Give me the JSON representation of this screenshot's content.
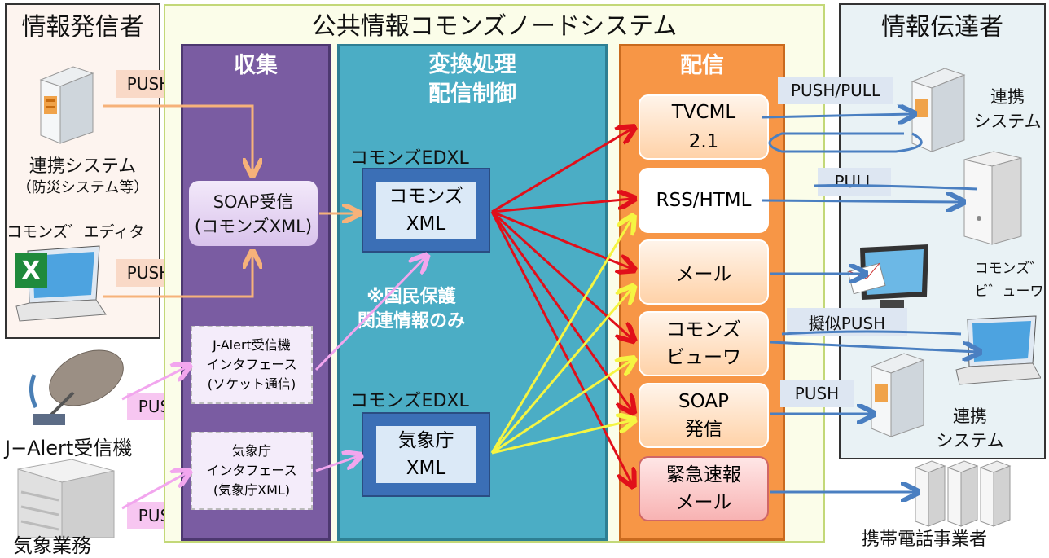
{
  "left_panel": {
    "title": "情報発信者",
    "server_label": "連携システム",
    "server_sub": "（防災システム等）",
    "editor_label": "コモンズ゛エディタ"
  },
  "system": {
    "title": "公共情報コモンズノードシステム"
  },
  "collect": {
    "title": "収集",
    "soap_box": "SOAP受信\n(コモンズXML)",
    "jalert_box": "J-Alert受信機\nインタフェース\n(ソケット通信)",
    "jma_box": "気象庁\nインタフェース\n(気象庁XML)"
  },
  "convert": {
    "title": "変換処理\n配信制御",
    "edxl1": "コモンズEDXL",
    "xml1": "コモンズ\nXML",
    "note": "※国民保護\n関連情報のみ",
    "edxl2": "コモンズEDXL",
    "xml2": "気象庁\nXML"
  },
  "deliver": {
    "title": "配信",
    "items": [
      "TVCML\n2.1",
      "RSS/HTML",
      "メール",
      "コモンズ\nビューワ",
      "SOAP\n発信",
      "緊急速報\nメール"
    ]
  },
  "right_panel": {
    "title": "情報伝達者",
    "renkei1": "連携\nシステム",
    "viewer": "コモンズ゛\nビ゛ューワ",
    "renkei2": "連携\nシステム",
    "carrier": "携帯電話事業者"
  },
  "tags": {
    "push1": "PUSH",
    "push2": "PUSH",
    "push3": "PUSH",
    "push4": "PUSH",
    "pushpull": "PUSH/PULL",
    "pull": "PULL",
    "giji": "擬似PUSH",
    "push_soap": "PUSH"
  },
  "sources": {
    "jalert": "J−Alert受信機",
    "kishou": "気象業務"
  }
}
